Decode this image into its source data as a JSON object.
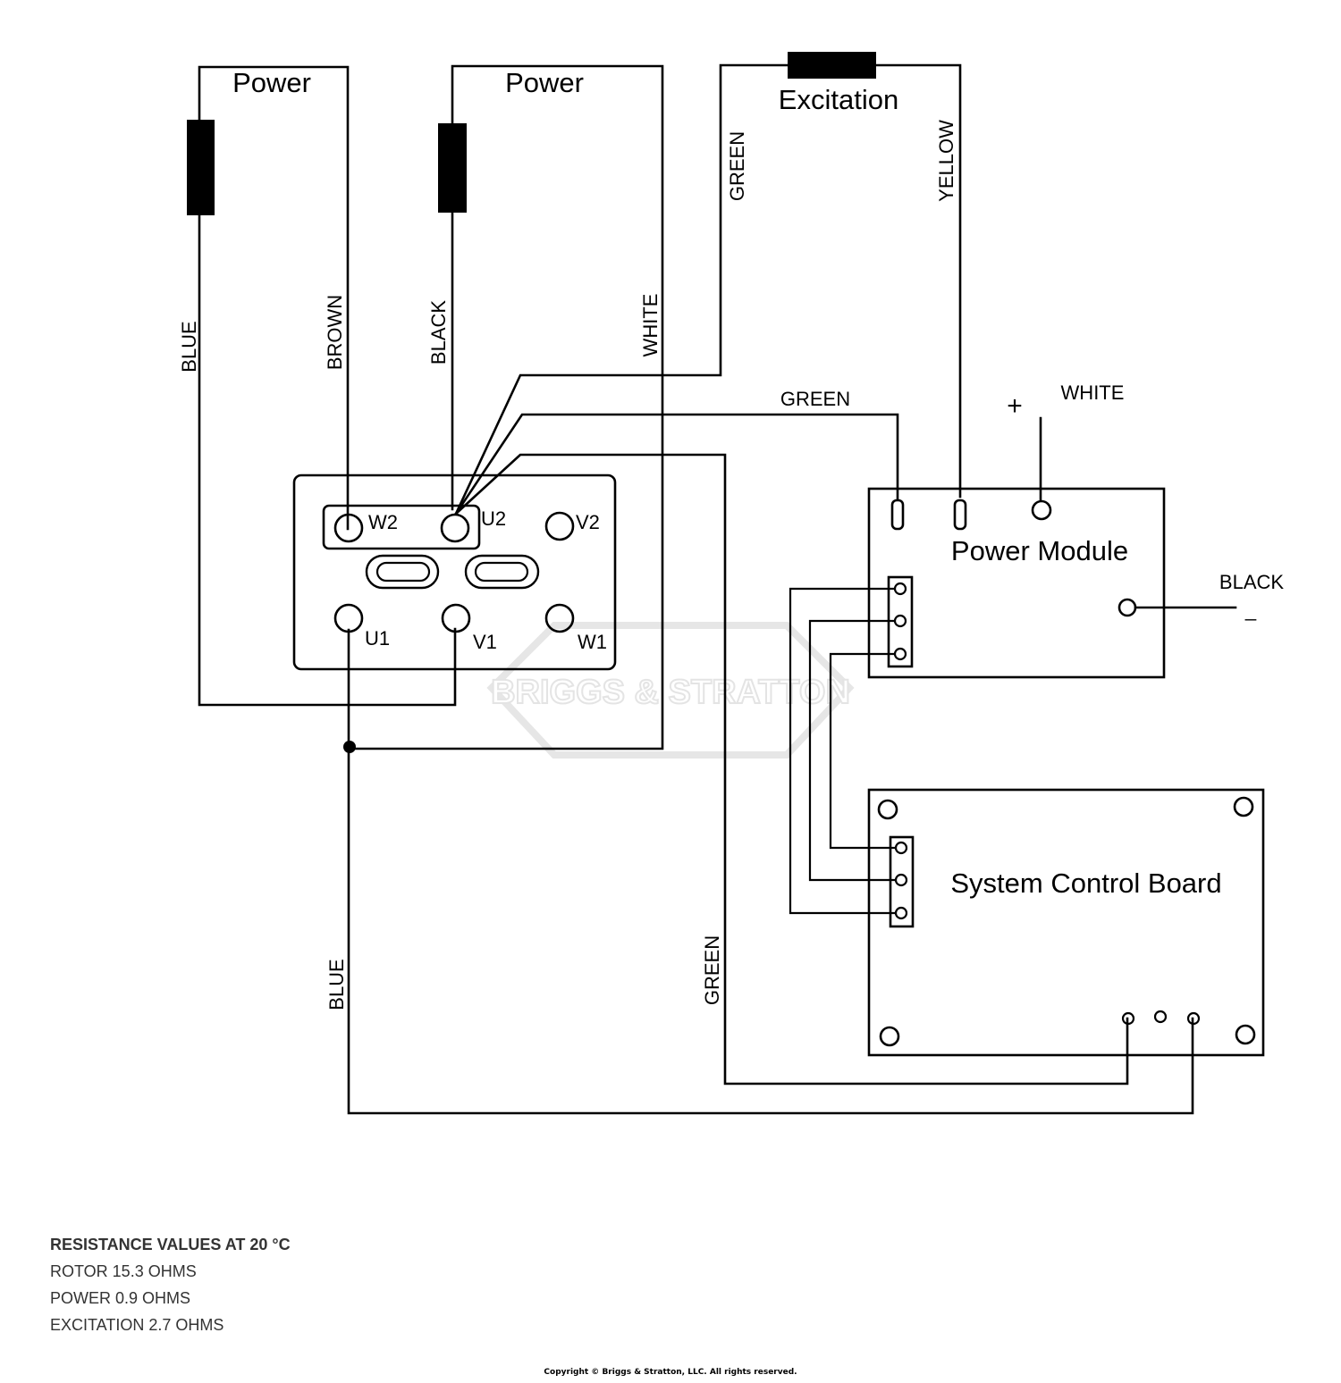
{
  "coils": {
    "power_left": "Power",
    "power_right": "Power",
    "excitation": "Excitation"
  },
  "wires": {
    "blue_top": "BLUE",
    "brown": "BROWN",
    "black": "BLACK",
    "white": "WHITE",
    "green_top": "GREEN",
    "yellow": "YELLOW",
    "green_mid": "GREEN",
    "white_plus": "WHITE",
    "black_minus": "BLACK",
    "blue_bottom": "BLUE",
    "green_bottom": "GREEN"
  },
  "polarity": {
    "plus": "+",
    "minus": "_"
  },
  "terminals": {
    "w2": "W2",
    "u2": "U2",
    "v2": "V2",
    "u1": "U1",
    "v1": "V1",
    "w1": "W1"
  },
  "modules": {
    "power_module": "Power Module",
    "system_control_board": "System Control Board"
  },
  "notes": {
    "header": "RESISTANCE VALUES AT 20 °C",
    "rotor": "ROTOR 15.3 OHMS",
    "power": "POWER 0.9 OHMS",
    "excitation": "EXCITATION 2.7 OHMS"
  },
  "watermark": "BRIGGS & STRATTON",
  "copyright": "Copyright © Briggs & Stratton, LLC. All rights reserved."
}
